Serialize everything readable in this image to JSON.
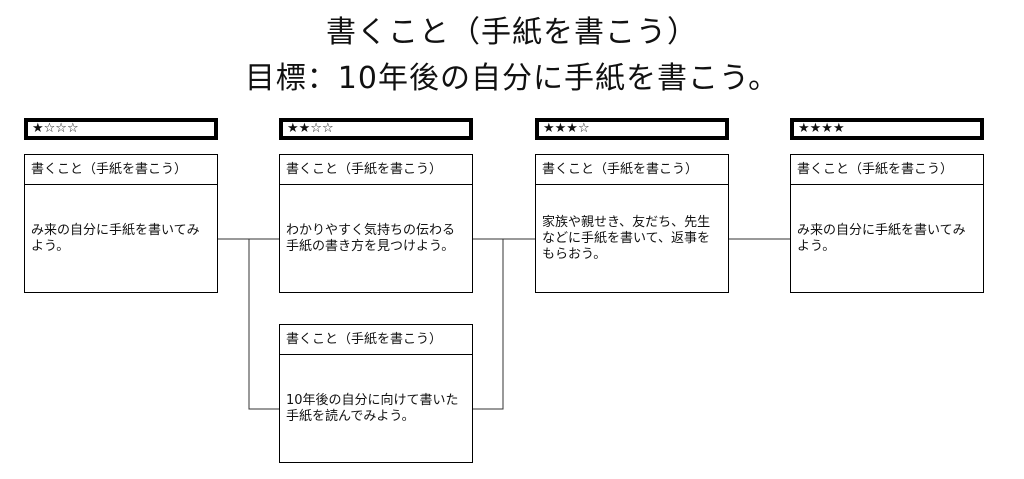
{
  "title": "書くこと（手紙を書こう）",
  "goal": "目標：10年後の自分に手紙を書こう。",
  "levels": [
    {
      "stars": "★☆☆☆"
    },
    {
      "stars": "★★☆☆"
    },
    {
      "stars": "★★★☆"
    },
    {
      "stars": "★★★★"
    }
  ],
  "cards": [
    {
      "header": "書くこと（手紙を書こう）",
      "text": "み来の自分に手紙を書いてみよう。"
    },
    {
      "header": "書くこと（手紙を書こう）",
      "text": "わかりやすく気持ちの伝わる手紙の書き方を見つけよう。"
    },
    {
      "header": "書くこと（手紙を書こう）",
      "text": "10年後の自分に向けて書いた手紙を読んでみよう。"
    },
    {
      "header": "書くこと（手紙を書こう）",
      "text": "家族や親せき、友だち、先生などに手紙を書いて、返事をもらおう。"
    },
    {
      "header": "書くこと（手紙を書こう）",
      "text": "み来の自分に手紙を書いてみよう。"
    }
  ]
}
